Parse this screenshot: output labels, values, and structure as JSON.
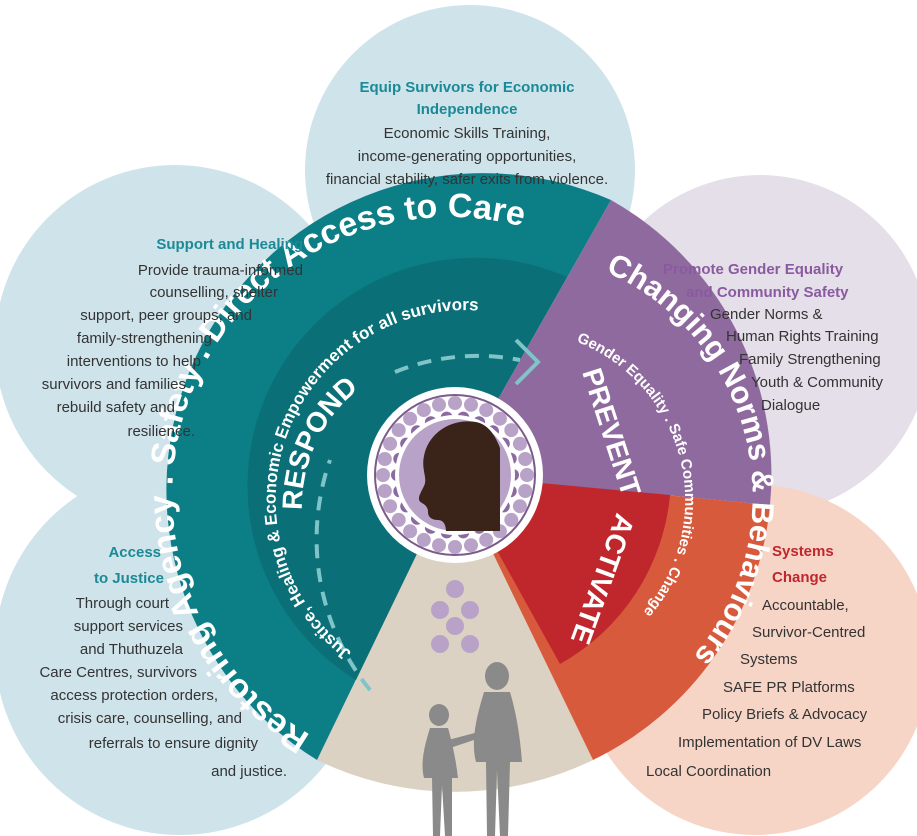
{
  "petals": {
    "top": {
      "title": [
        "Equip Survivors for Economic",
        "Independence"
      ],
      "body": [
        "Economic Skills Training,",
        "income-generating opportunities,",
        "financial stability, safer exits from violence."
      ]
    },
    "upper_left": {
      "title": [
        "Support and Healing"
      ],
      "body": [
        "Provide trauma-informed",
        "counselling, shelter",
        "support, peer groups, and",
        "family-strengthening",
        "interventions to help",
        "survivors and families",
        "rebuild safety and",
        "resilience."
      ]
    },
    "lower_left": {
      "title": [
        "Access",
        "to Justice"
      ],
      "body": [
        "Through court",
        "support services",
        "and Thuthuzela",
        "Care Centres, survivors",
        "access protection orders,",
        "crisis care, counselling, and",
        "referrals to ensure dignity",
        "and justice."
      ]
    },
    "upper_right": {
      "title": [
        "Promote Gender Equality",
        "and Community Safety"
      ],
      "body": [
        "Gender Norms &",
        "Human Rights Training",
        "Family Strengthening",
        "Youth & Community",
        "Dialogue"
      ]
    },
    "lower_right": {
      "title": [
        "Systems",
        "Change"
      ],
      "body": [
        "Accountable,",
        "Survivor-Centred",
        "Systems",
        "SAFE PR Platforms",
        "Policy Briefs & Advocacy",
        "Implementation of DV Laws",
        "Local Coordination"
      ]
    }
  },
  "ring": {
    "respond_outer": "Restoring Agency . Safety . Direct Access to Care",
    "respond_inner": "Justice, Healing & Economic Empowerment for all survivors",
    "respond_label": "RESPOND",
    "prevent_outer": "Changing Norms & Behaviours",
    "prevent_inner": "Gender Equality . Safe Communities . Change",
    "prevent_label": "PREVENT",
    "activate_label": "ACTIVATE"
  },
  "colors": {
    "petal_blue": "#cfe3ea",
    "petal_lilac": "#e5dfe9",
    "petal_peach": "#f6d5c7",
    "teal_dark": "#0c7e86",
    "teal_mid": "#129aa3",
    "purple": "#8f6a9e",
    "red": "#c0272d",
    "orange": "#d85a3c",
    "beige": "#dcd2c3",
    "title_teal": "#1b8a96",
    "title_purple": "#8a5aa0",
    "title_red": "#c0272d"
  },
  "icons": [
    "person-head-icon",
    "mother-child-silhouette-icon",
    "arrow-chevron-icon"
  ]
}
